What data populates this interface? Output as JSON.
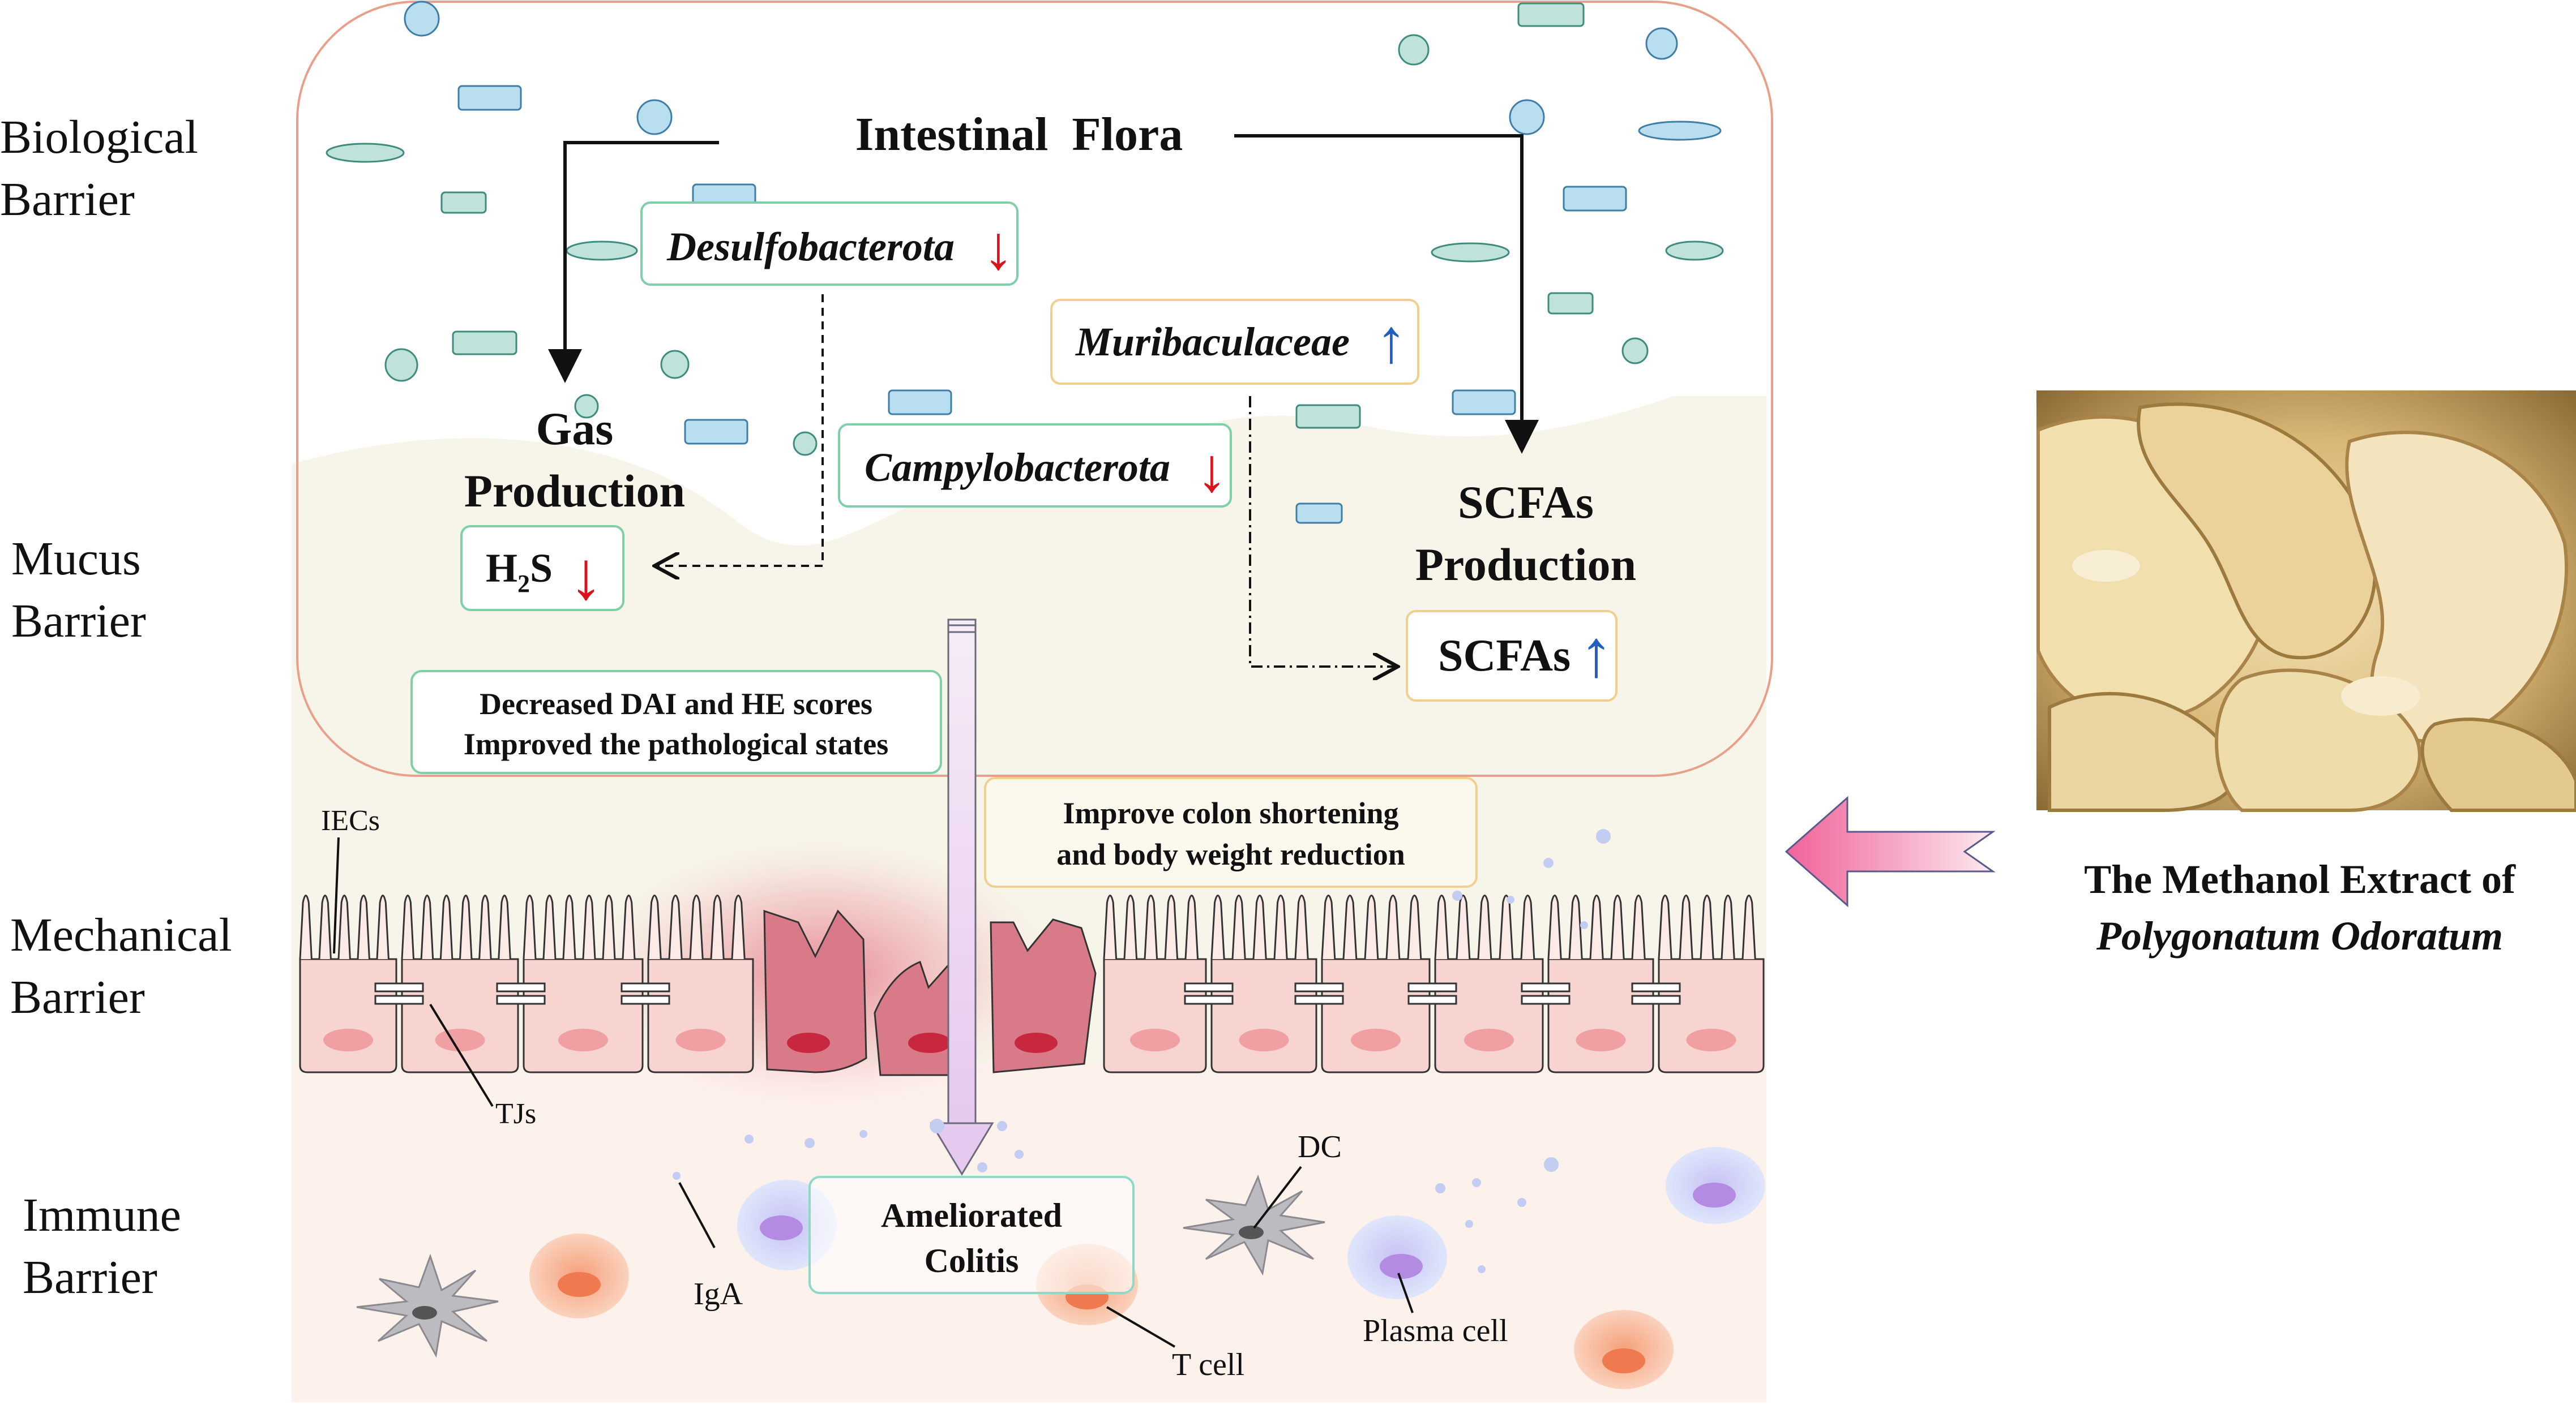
{
  "barriers": {
    "biological": [
      "Biological",
      "Barrier"
    ],
    "mucus": [
      "Mucus",
      "Barrier"
    ],
    "mechanical": [
      "Mechanical",
      "Barrier"
    ],
    "immune": [
      "Immune",
      "Barrier"
    ]
  },
  "flora": {
    "title": "Intestinal  Flora",
    "desulfo": "Desulfobacterota",
    "murib": "Muribaculaceae",
    "campylo": "Campylobacterota",
    "arrow_down": "↓",
    "arrow_up": "↑"
  },
  "gas": {
    "line1": "Gas",
    "line2": "Production",
    "h2s_h": "H",
    "h2s_sub": "2",
    "h2s_s": "S"
  },
  "scfa": {
    "line1": "SCFAs",
    "line2": "Production",
    "box": "SCFAs"
  },
  "outcomes": {
    "dai_line1": "Decreased DAI and HE scores",
    "dai_line2": "Improved the pathological states",
    "colon_line1": "Improve colon shortening",
    "colon_line2": "and body weight reduction",
    "colitis_line1": "Ameliorated",
    "colitis_line2": "Colitis"
  },
  "cells": {
    "iecs": "IECs",
    "tjs": "TJs",
    "iga": "IgA",
    "tcell": "T cell",
    "dc": "DC",
    "plasma": "Plasma cell"
  },
  "extract": {
    "line1": "The Methanol Extract of",
    "line2": "Polygonatum Odoratum"
  },
  "colors": {
    "down_arrow": "#d9141b",
    "up_arrow": "#1f5fbf",
    "green_border": "#7fcfa8",
    "yellow_border": "#f0cf8f",
    "arrow_pink": "#f0629a",
    "flora_outline": "#e8a08a"
  }
}
